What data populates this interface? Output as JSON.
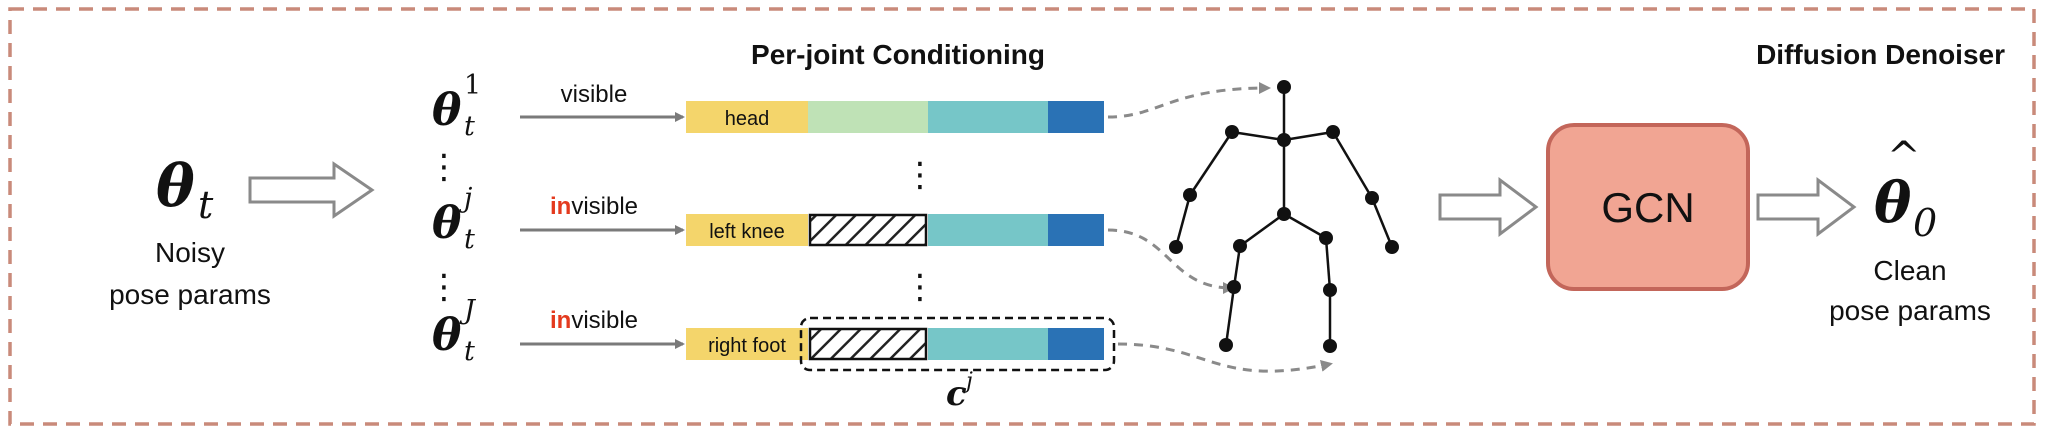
{
  "title": "Per-joint Conditioning",
  "module_label": "Diffusion Denoiser",
  "input": {
    "symbol": "θ",
    "sub": "t",
    "caption_line1": "Noisy",
    "caption_line2": "pose params"
  },
  "rows": [
    {
      "sup": "1",
      "status": "visible",
      "status_prefix": "",
      "joint": "head"
    },
    {
      "sup": "j",
      "status": "visible",
      "status_prefix": "in",
      "joint": "left knee"
    },
    {
      "sup": "J",
      "status": "visible",
      "status_prefix": "in",
      "joint": "right foot"
    }
  ],
  "row_theta": {
    "symbol": "θ",
    "sub": "t"
  },
  "vdots": "⋮",
  "condition_label": {
    "symbol": "c",
    "sup": "j"
  },
  "network": {
    "label": "GCN"
  },
  "output": {
    "symbol": "θ",
    "hat": "^",
    "sub": "0",
    "caption_line1": "Clean",
    "caption_line2": "pose params"
  },
  "colors": {
    "frame": "#c98a7a",
    "yellow": "#f4d56b",
    "light_green": "#bfe2b6",
    "teal": "#76c6c8",
    "blue": "#2a72b5",
    "gcn_fill": "#f1a593",
    "gcn_stroke": "#c3665a",
    "invisible_red": "#e43a1e",
    "arrow_gray": "#7a7a7a"
  }
}
